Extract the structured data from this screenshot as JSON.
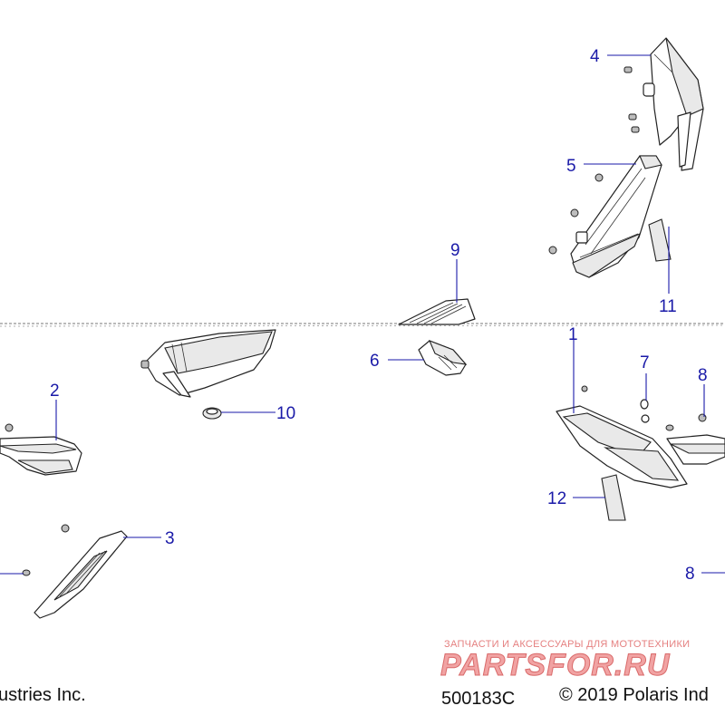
{
  "callouts": {
    "c1": "1",
    "c2": "2",
    "c3": "3",
    "c4": "4",
    "c5": "5",
    "c6": "6",
    "c7": "7",
    "c8a": "8",
    "c8b": "8",
    "c9": "9",
    "c10": "10",
    "c11": "11",
    "c12": "12"
  },
  "footer": {
    "copyright_left": "ustries Inc.",
    "drawing_number": "500183C",
    "copyright_right": "© 2019 Polaris Ind"
  },
  "watermark": {
    "tagline": "ЗАПЧАСТИ И АКСЕССУАРЫ ДЛЯ МОТОТЕХНИКИ",
    "logo_text": "PARTSFOR.RU"
  },
  "colors": {
    "callout": "#1a1aa8",
    "line_art": "#222222",
    "watermark": "#e58080"
  }
}
